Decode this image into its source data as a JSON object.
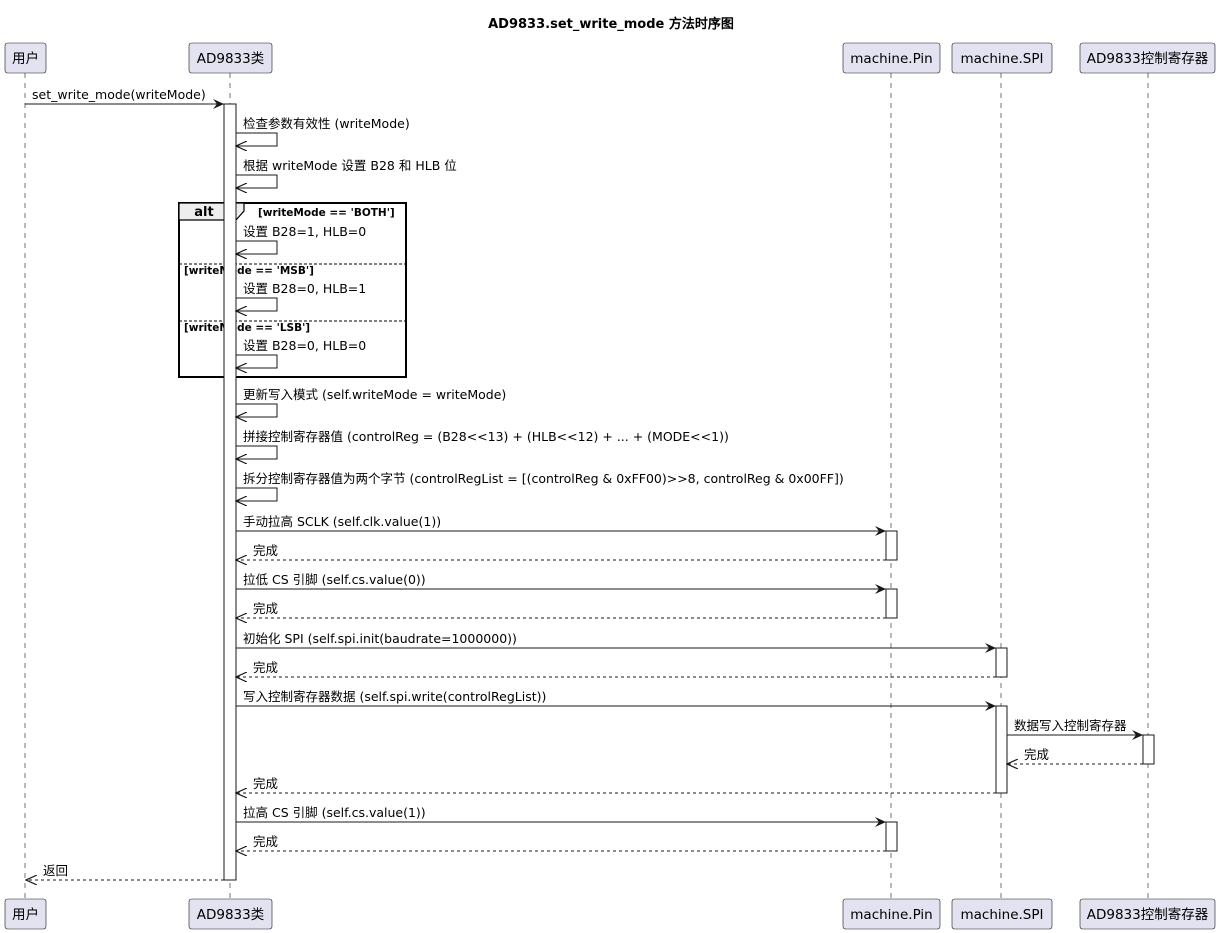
{
  "title": "AD9833.set_write_mode 方法时序图",
  "colors": {
    "participant_fill": "#E2E2F0",
    "participant_stroke": "#181818",
    "lifeline": "#181818",
    "activation_fill": "#ffffff",
    "frame_header_fill": "#EEEEEE"
  },
  "participants": [
    {
      "id": "user",
      "label": "用户"
    },
    {
      "id": "ad",
      "label": "AD9833类"
    },
    {
      "id": "pin",
      "label": "machine.Pin"
    },
    {
      "id": "spi",
      "label": "machine.SPI"
    },
    {
      "id": "reg",
      "label": "AD9833控制寄存器"
    }
  ],
  "alt": {
    "keyword": "alt",
    "conditions": [
      "[writeMode == 'BOTH']",
      "[writeMode == 'MSB']",
      "[writeMode == 'LSB']"
    ]
  },
  "messages": [
    {
      "from": "user",
      "to": "ad",
      "label": "set_write_mode(writeMode)",
      "dashed": false
    },
    {
      "from": "ad",
      "to": "ad",
      "label": "检查参数有效性 (writeMode)",
      "dashed": false
    },
    {
      "from": "ad",
      "to": "ad",
      "label": "根据 writeMode 设置 B28 和 HLB 位",
      "dashed": false
    },
    {
      "from": "ad",
      "to": "ad",
      "label": "设置 B28=1, HLB=0",
      "dashed": false
    },
    {
      "from": "ad",
      "to": "ad",
      "label": "设置 B28=0, HLB=1",
      "dashed": false
    },
    {
      "from": "ad",
      "to": "ad",
      "label": "设置 B28=0, HLB=0",
      "dashed": false
    },
    {
      "from": "ad",
      "to": "ad",
      "label": "更新写入模式 (self.writeMode = writeMode)",
      "dashed": false
    },
    {
      "from": "ad",
      "to": "ad",
      "label": "拼接控制寄存器值 (controlReg = (B28<<13) + (HLB<<12) + ... + (MODE<<1))",
      "dashed": false
    },
    {
      "from": "ad",
      "to": "ad",
      "label": "拆分控制寄存器值为两个字节 (controlRegList = [(controlReg & 0xFF00)>>8, controlReg & 0x00FF])",
      "dashed": false
    },
    {
      "from": "ad",
      "to": "pin",
      "label": "手动拉高 SCLK (self.clk.value(1))",
      "dashed": false
    },
    {
      "from": "pin",
      "to": "ad",
      "label": "完成",
      "dashed": true
    },
    {
      "from": "ad",
      "to": "pin",
      "label": "拉低 CS 引脚 (self.cs.value(0))",
      "dashed": false
    },
    {
      "from": "pin",
      "to": "ad",
      "label": "完成",
      "dashed": true
    },
    {
      "from": "ad",
      "to": "spi",
      "label": "初始化 SPI (self.spi.init(baudrate=1000000))",
      "dashed": false
    },
    {
      "from": "spi",
      "to": "ad",
      "label": "完成",
      "dashed": true
    },
    {
      "from": "ad",
      "to": "spi",
      "label": "写入控制寄存器数据 (self.spi.write(controlRegList))",
      "dashed": false
    },
    {
      "from": "spi",
      "to": "reg",
      "label": "数据写入控制寄存器",
      "dashed": false
    },
    {
      "from": "reg",
      "to": "spi",
      "label": "完成",
      "dashed": true
    },
    {
      "from": "spi",
      "to": "ad",
      "label": "完成",
      "dashed": true
    },
    {
      "from": "ad",
      "to": "pin",
      "label": "拉高 CS 引脚 (self.cs.value(1))",
      "dashed": false
    },
    {
      "from": "pin",
      "to": "ad",
      "label": "完成",
      "dashed": true
    },
    {
      "from": "ad",
      "to": "user",
      "label": "返回",
      "dashed": true
    }
  ]
}
